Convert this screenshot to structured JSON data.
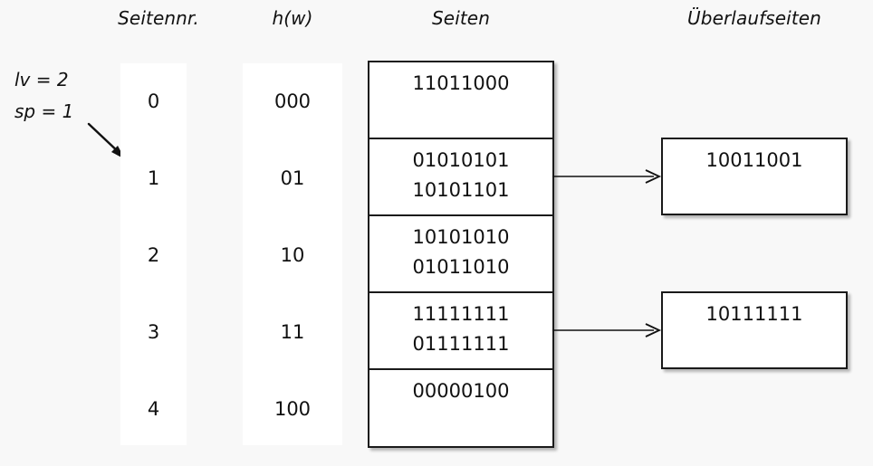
{
  "headers": {
    "seitennr": "Seitennr.",
    "hw": "h(w)",
    "seiten": "Seiten",
    "ueberlaufseiten": "Überlaufseiten"
  },
  "annotations": {
    "lv": "lv = 2",
    "sp": "sp = 1",
    "pointer_icon": "diagonal-arrow-down-right"
  },
  "colors": {
    "page_background": "#f8f8f8",
    "column_background": "#ffffff",
    "box_border": "#1a1a1a",
    "text": "#111111"
  },
  "rows": [
    {
      "seitennr": "0",
      "hw": "000"
    },
    {
      "seitennr": "1",
      "hw": "01"
    },
    {
      "seitennr": "2",
      "hw": "10"
    },
    {
      "seitennr": "3",
      "hw": "11"
    },
    {
      "seitennr": "4",
      "hw": "100"
    }
  ],
  "buckets": [
    {
      "entries": [
        "11011000"
      ]
    },
    {
      "entries": [
        "01010101",
        "10101101"
      ]
    },
    {
      "entries": [
        "10101010",
        "01011010"
      ]
    },
    {
      "entries": [
        "11111111",
        "01111111"
      ]
    },
    {
      "entries": [
        "00000100"
      ]
    }
  ],
  "overflow_pages": [
    {
      "entries": [
        "10011001"
      ],
      "from_bucket": 1
    },
    {
      "entries": [
        "10111111"
      ],
      "from_bucket": 3
    }
  ],
  "connectors": [
    {
      "icon": "arrow-right-icon",
      "from_bucket": 1,
      "to_overflow": 0
    },
    {
      "icon": "arrow-right-icon",
      "from_bucket": 3,
      "to_overflow": 1
    }
  ]
}
